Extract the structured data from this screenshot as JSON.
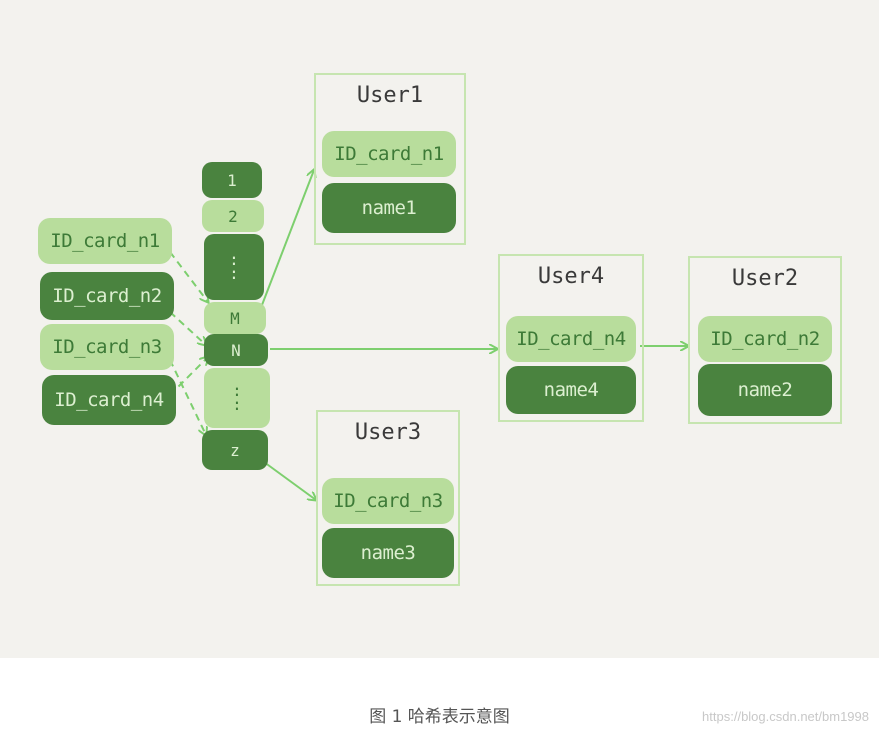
{
  "keys": [
    "ID_card_n1",
    "ID_card_n2",
    "ID_card_n3",
    "ID_card_n4"
  ],
  "buckets": {
    "b1": "1",
    "b2": "2",
    "dots1": ":",
    "m": "M",
    "n": "N",
    "dots2": ":",
    "z": "z"
  },
  "users": {
    "user1": {
      "title": "User1",
      "id": "ID_card_n1",
      "name": "name1"
    },
    "user3": {
      "title": "User3",
      "id": "ID_card_n3",
      "name": "name3"
    },
    "user4": {
      "title": "User4",
      "id": "ID_card_n4",
      "name": "name4"
    },
    "user2": {
      "title": "User2",
      "id": "ID_card_n2",
      "name": "name2"
    }
  },
  "caption": "图 1 哈希表示意图",
  "watermark": "https://blog.csdn.net/bm1998",
  "colors": {
    "light_green": "#b8dd9c",
    "dark_green": "#4a833f",
    "arrow_green": "#7dcf6e",
    "box_border": "#c6e5b0",
    "canvas_bg": "#f3f2ee"
  }
}
